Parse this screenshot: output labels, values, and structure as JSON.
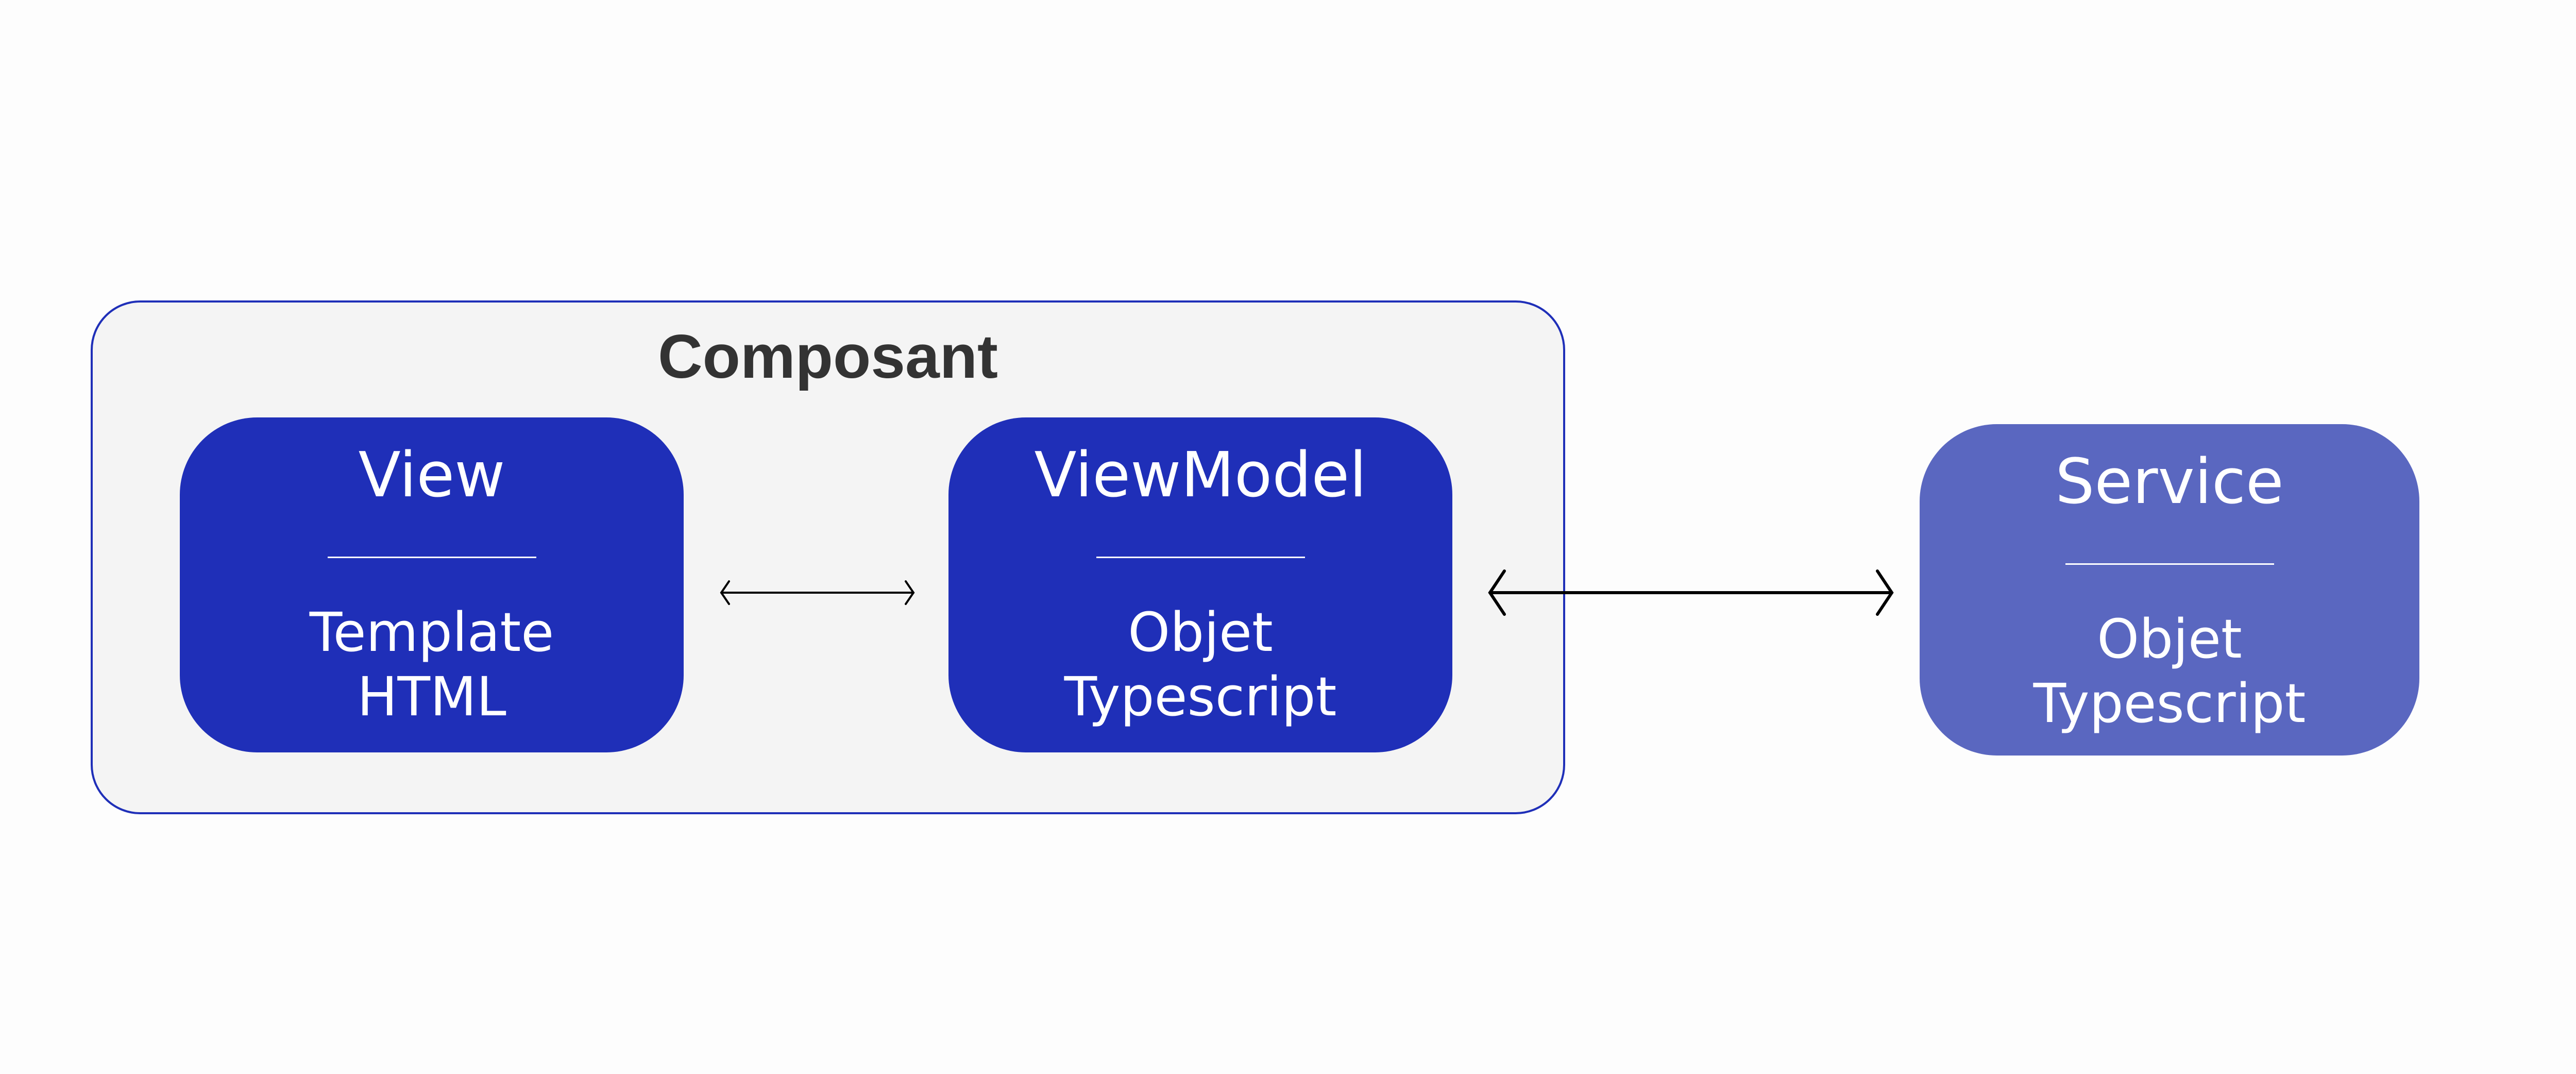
{
  "group": {
    "title": "Composant",
    "border_color": "#1f2fb8",
    "fill_color": "#f4f4f4"
  },
  "nodes": {
    "view": {
      "title": "View",
      "subtitle_line1": "Template",
      "subtitle_line2": "HTML",
      "color": "#1f2fb8"
    },
    "viewmodel": {
      "title": "ViewModel",
      "subtitle_line1": "Objet",
      "subtitle_line2": "Typescript",
      "color": "#1f2fb8"
    },
    "service": {
      "title": "Service",
      "subtitle_line1": "Objet",
      "subtitle_line2": "Typescript",
      "color": "#5a67c0"
    }
  },
  "edges": [
    {
      "from": "view",
      "to": "viewmodel",
      "type": "bidirectional"
    },
    {
      "from": "viewmodel",
      "to": "service",
      "type": "bidirectional"
    }
  ]
}
